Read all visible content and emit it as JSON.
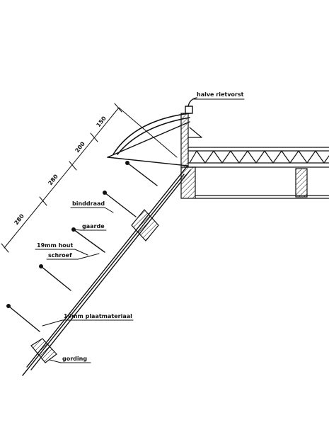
{
  "labels": {
    "halve_rietvorst": "halve rietvorst",
    "binddraad": "binddraad",
    "gaarde": "gaarde",
    "hout_19mm": "19mm hout",
    "schroef": "schroef",
    "plaatmateriaal": "19mm plaatmateriaal",
    "gording": "gording"
  },
  "dimensions": {
    "d1": "280",
    "d2": "280",
    "d3": "200",
    "d4": "150"
  }
}
